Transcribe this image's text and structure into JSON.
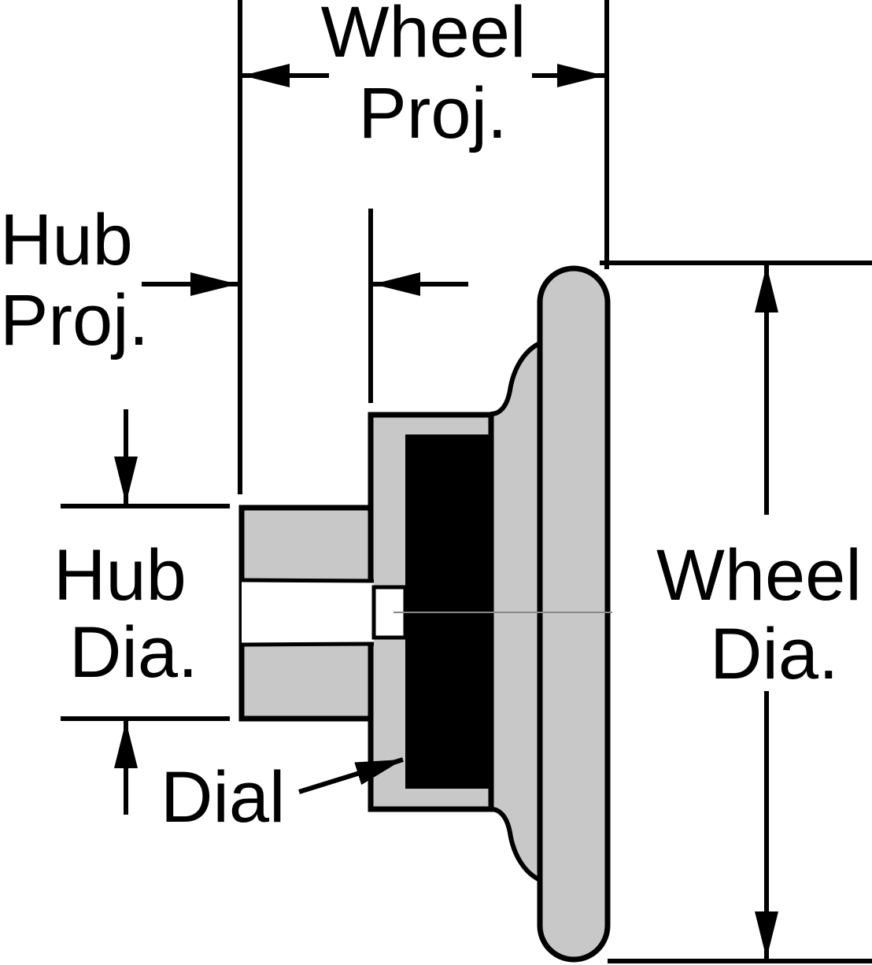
{
  "labels": {
    "wheel_proj": [
      "Wheel",
      "Proj."
    ],
    "hub_proj": [
      "Hub",
      "Proj."
    ],
    "hub_dia": [
      "Hub",
      "Dia."
    ],
    "wheel_dia": [
      "Wheel",
      "Dia."
    ],
    "dial": "Dial"
  },
  "colors": {
    "part_fill": "#c8c8c8",
    "dial_fill": "#000000",
    "line": "#000000",
    "background": "#ffffff"
  }
}
